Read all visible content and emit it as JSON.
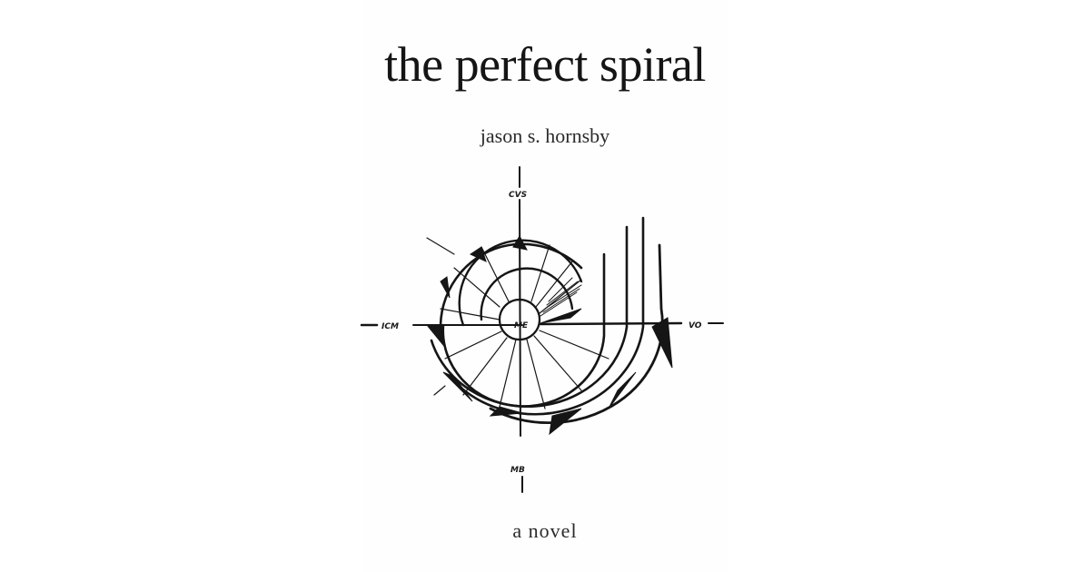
{
  "cover": {
    "title": "the perfect spiral",
    "author": "jason s. hornsby",
    "subtitle": "a novel"
  },
  "illustration": {
    "description": "hand-drawn spiral on crossed axes",
    "labels": {
      "top": "CVS",
      "left": "ICM",
      "right": "VO",
      "bottom": "MB",
      "center": "ME"
    }
  },
  "colors": {
    "background": "#ffffff",
    "ink": "#151515"
  }
}
